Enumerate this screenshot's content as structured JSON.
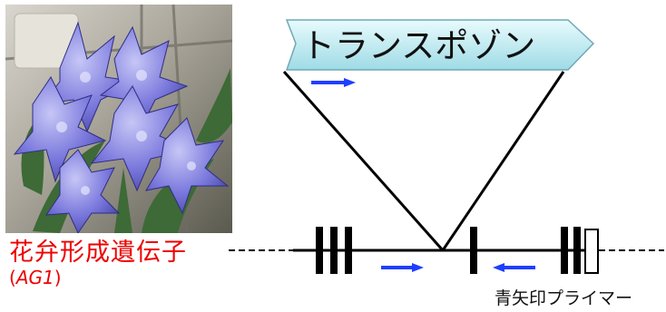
{
  "photo": {
    "subject": "purple-gentian-flowers",
    "colors": {
      "petal": "#6f6fd8",
      "petal_light": "#b4b4f2",
      "leaf": "#3d6a36",
      "background": "#c9c4b8"
    }
  },
  "transposon": {
    "label": "トランスポゾン",
    "fill_top": "#e8fbfd",
    "fill_bottom": "#9fdbe6",
    "stroke": "#6fa9b6"
  },
  "gene": {
    "name": "花弁形成遺伝子",
    "symbol_open": "(",
    "symbol": "AG1",
    "symbol_close": ")",
    "color": "#ee0000"
  },
  "primers": {
    "label": "青矢印プライマー",
    "color": "#1f3fff"
  }
}
